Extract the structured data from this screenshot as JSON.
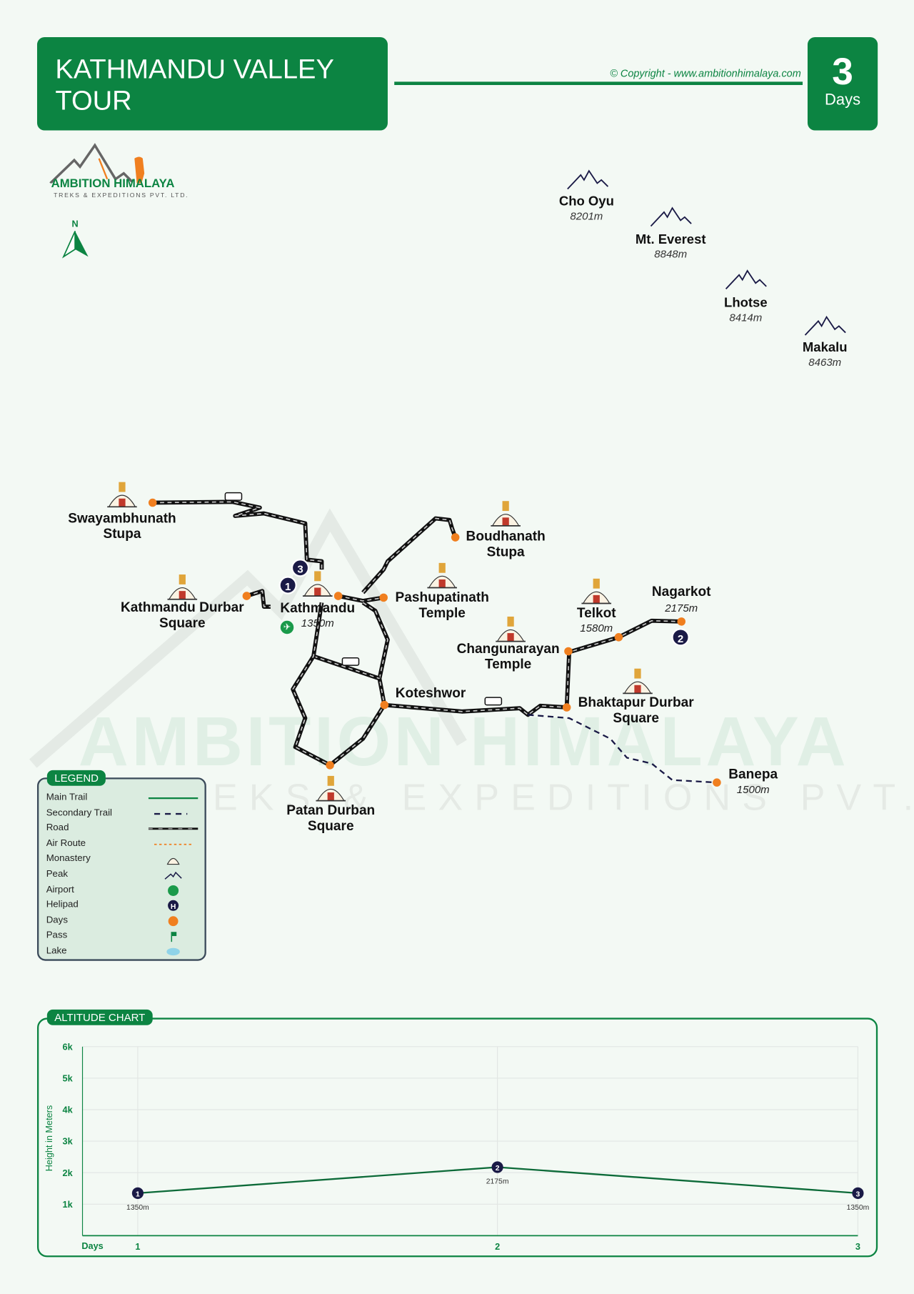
{
  "header": {
    "title_line1": "KATHMANDU VALLEY",
    "title_line2": "TOUR",
    "copyright": "© Copyright - www.ambitionhimalaya.com",
    "days_count": "3",
    "days_label": "Days"
  },
  "logo": {
    "name": "AMBITION HIMALAYA",
    "tagline": "TREKS & EXPEDITIONS PVT. LTD."
  },
  "compass": {
    "label": "N"
  },
  "peaks": [
    {
      "name": "Cho Oyu",
      "alt": "8201m"
    },
    {
      "name": "Mt. Everest",
      "alt": "8848m"
    },
    {
      "name": "Lhotse",
      "alt": "8414m"
    },
    {
      "name": "Makalu",
      "alt": "8463m"
    }
  ],
  "places": {
    "swayambhunath": {
      "l1": "Swayambhunath",
      "l2": "Stupa"
    },
    "kathmandu_durbar": {
      "l1": "Kathmandu Durbar",
      "l2": "Square"
    },
    "kathmandu": {
      "l1": "Kathmandu",
      "alt": "1350m"
    },
    "boudhanath": {
      "l1": "Boudhanath",
      "l2": "Stupa"
    },
    "pashupatinath": {
      "l1": "Pashupatinath",
      "l2": "Temple"
    },
    "telkot": {
      "l1": "Telkot",
      "alt": "1580m"
    },
    "nagarkot": {
      "l1": "Nagarkot",
      "alt": "2175m"
    },
    "changunarayan": {
      "l1": "Changunarayan",
      "l2": "Temple"
    },
    "koteshwor": {
      "l1": "Koteshwor"
    },
    "bhaktapur": {
      "l1": "Bhaktapur Durbar",
      "l2": "Square"
    },
    "banepa": {
      "l1": "Banepa",
      "alt": "1500m"
    },
    "patan": {
      "l1": "Patan Durban",
      "l2": "Square"
    }
  },
  "day_markers": [
    "1",
    "2",
    "3"
  ],
  "watermark": {
    "line1": "AMBITION HIMALAYA",
    "line2": "TREKS & EXPEDITIONS PVT. LTD."
  },
  "legend": {
    "title": "LEGEND",
    "items": [
      "Main Trail",
      "Secondary Trail",
      "Road",
      "Air Route",
      "Monastery",
      "Peak",
      "Airport",
      "Helipad",
      "Days",
      "Pass",
      "Lake"
    ]
  },
  "colors": {
    "green": "#0c8442",
    "navy": "#1a1a46",
    "orange": "#f07f1f"
  },
  "chart_data": {
    "type": "line",
    "title": "ALTITUDE CHART",
    "xlabel": "Days",
    "ylabel": "Height in Meters",
    "x": [
      1,
      2,
      3
    ],
    "x_ticks": [
      "1",
      "2",
      "3"
    ],
    "values": [
      1350,
      2175,
      1350
    ],
    "point_labels": [
      "1350m",
      "2175m",
      "1350m"
    ],
    "marker_labels": [
      "1",
      "2",
      "3"
    ],
    "ylim": [
      0,
      6000
    ],
    "y_ticks": [
      "1k",
      "2k",
      "3k",
      "4k",
      "5k",
      "6k"
    ],
    "y_tick_values": [
      1000,
      2000,
      3000,
      4000,
      5000,
      6000
    ],
    "grid": true
  }
}
